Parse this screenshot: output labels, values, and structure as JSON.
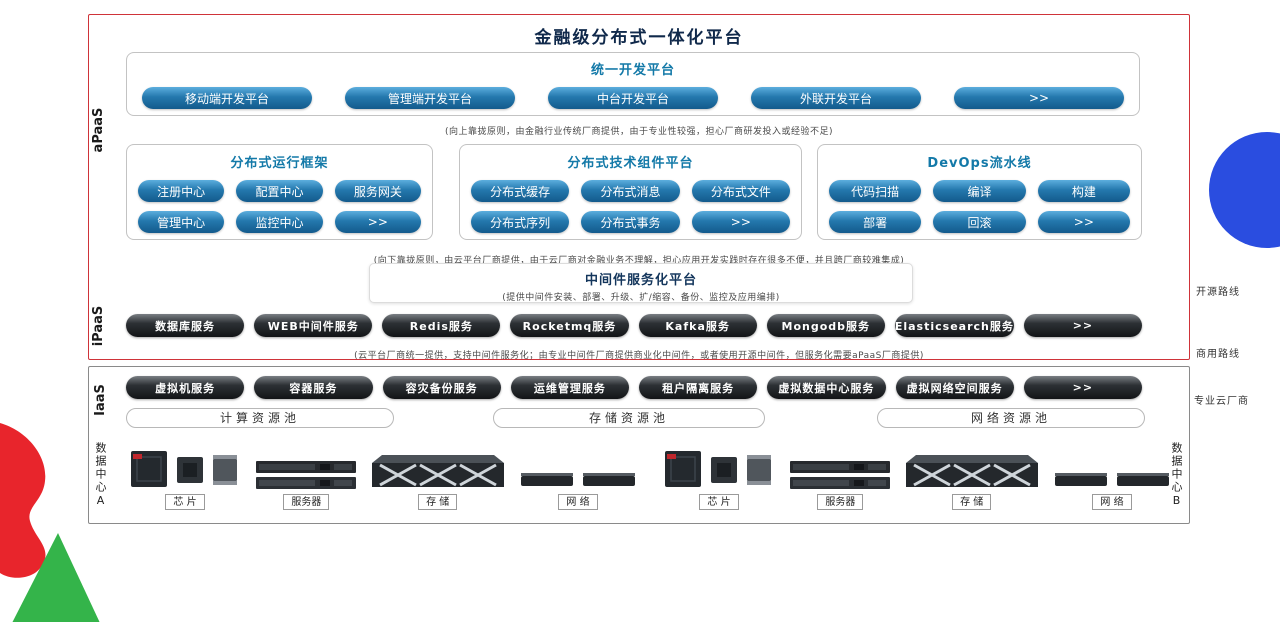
{
  "title": "金融级分布式一体化平台",
  "layer_labels": {
    "apaas": "aPaaS",
    "ipaas": "iPaaS",
    "iaas": "IaaS"
  },
  "unified": {
    "title": "统一开发平台",
    "buttons": [
      "移动端开发平台",
      "管理端开发平台",
      "中台开发平台",
      "外联开发平台",
      ">>"
    ]
  },
  "notes": {
    "up_principle": "(向上靠拢原则，由金融行业传统厂商提供，由于专业性较强，担心厂商研发投入或经验不足)",
    "down_principle": "(向下靠拢原则，由云平台厂商提供，由于云厂商对金融业务不理解，担心应用开发实践时存在很多不便，并且跨厂商较难集成)",
    "ipaas": "(云平台厂商统一提供，支持中间件服务化；由专业中间件厂商提供商业化中间件，或者使用开源中间件，但服务化需要aPaaS厂商提供)"
  },
  "frameworks": [
    {
      "title": "分布式运行框架",
      "buttons": [
        "注册中心",
        "配置中心",
        "服务网关",
        "管理中心",
        "监控中心",
        ">>"
      ]
    },
    {
      "title": "分布式技术组件平台",
      "buttons": [
        "分布式缓存",
        "分布式消息",
        "分布式文件",
        "分布式序列",
        "分布式事务",
        ">>"
      ]
    },
    {
      "title": "DevOps流水线",
      "buttons": [
        "代码扫描",
        "编译",
        "构建",
        "部署",
        "回滚",
        ">>"
      ]
    }
  ],
  "middleware": {
    "title": "中间件服务化平台",
    "note": "(提供中间件安装、部署、升级、扩/缩容、备份、监控及应用编排)"
  },
  "ipaas": {
    "buttons": [
      "数据库服务",
      "WEB中间件服务",
      "Redis服务",
      "Rocketmq服务",
      "Kafka服务",
      "Mongodb服务",
      "Elasticsearch服务",
      ">>"
    ]
  },
  "routes": {
    "open": "开源路线",
    "commercial": "商用路线"
  },
  "iaas": {
    "buttons": [
      "虚拟机服务",
      "容器服务",
      "容灾备份服务",
      "运维管理服务",
      "租户隔离服务",
      "虚拟数据中心服务",
      "虚拟网络空间服务",
      ">>"
    ],
    "vendor": "专业云厂商",
    "pools": [
      "计算资源池",
      "存储资源池",
      "网络资源池"
    ],
    "hardware_labels": [
      "芯 片",
      "服务器",
      "存 储",
      "网 络"
    ],
    "dc_a": "数据中心A",
    "dc_b": "数据中心B"
  },
  "colors": {
    "panel_border_red": "#cf3339",
    "accent_teal": "#1379a8",
    "button_blue_dark": "#135a8c",
    "button_dark": "#1f2326",
    "deco_blue": "#2a4de0",
    "deco_red": "#e8252c",
    "deco_green": "#34b44a"
  }
}
